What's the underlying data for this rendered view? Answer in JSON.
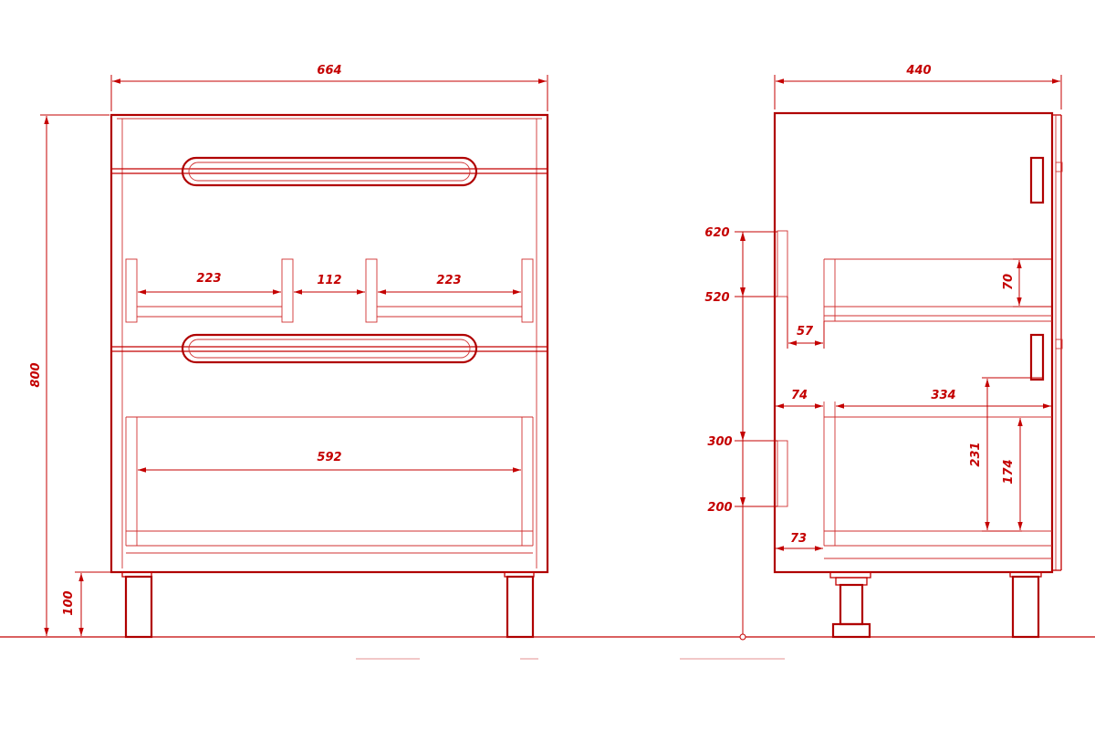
{
  "colors": {
    "line": "#c40000",
    "background": "#ffffff"
  },
  "front_view": {
    "overall_width": "664",
    "overall_height": "800",
    "leg_height": "100",
    "upper_inner_left": "223",
    "upper_inner_gap": "112",
    "upper_inner_right": "223",
    "lower_inner_width": "592"
  },
  "side_view": {
    "overall_depth": "440",
    "level_620": "620",
    "level_520": "520",
    "level_300": "300",
    "level_200": "200",
    "upper_offset": "57",
    "upper_drawer_height": "70",
    "lower_offset": "74",
    "lower_drawer_depth": "334",
    "bottom_offset": "73",
    "lower_drawer_outer_height": "231",
    "lower_drawer_inner_height": "174"
  }
}
